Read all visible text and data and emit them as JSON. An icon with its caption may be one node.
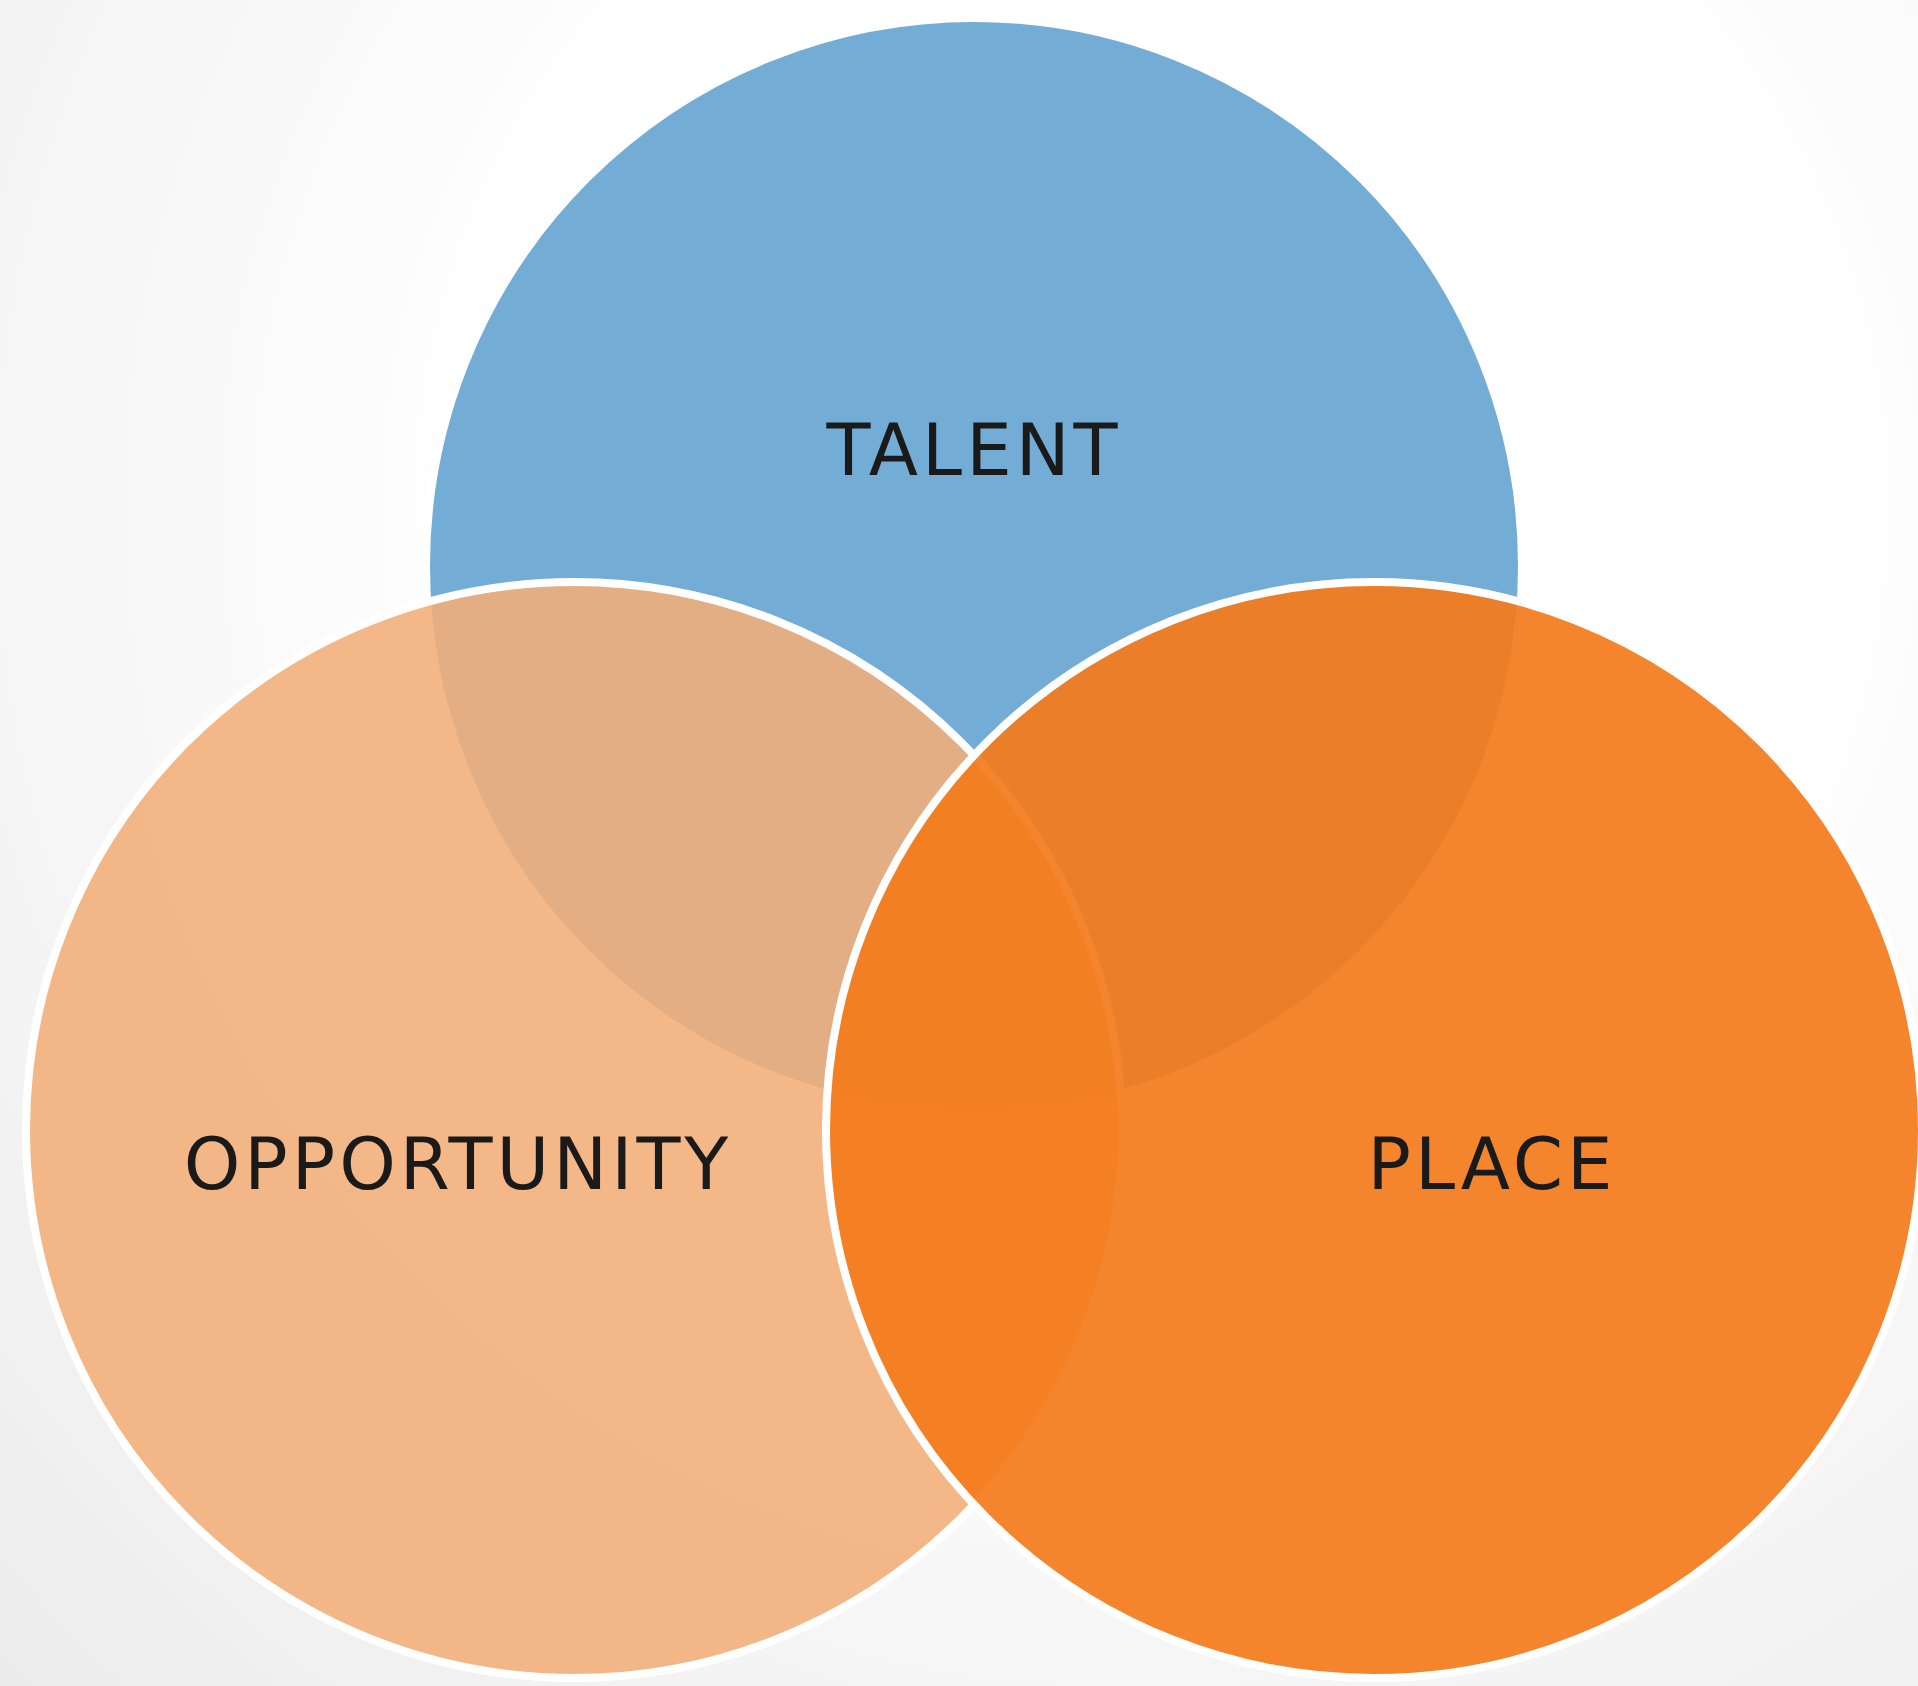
{
  "diagram": {
    "nodes": [
      {
        "text": [
          "TALENT"
        ]
      },
      {
        "text": [
          "OPPORTUNITY"
        ]
      },
      {
        "text": [
          "PLACE"
        ]
      }
    ]
  }
}
